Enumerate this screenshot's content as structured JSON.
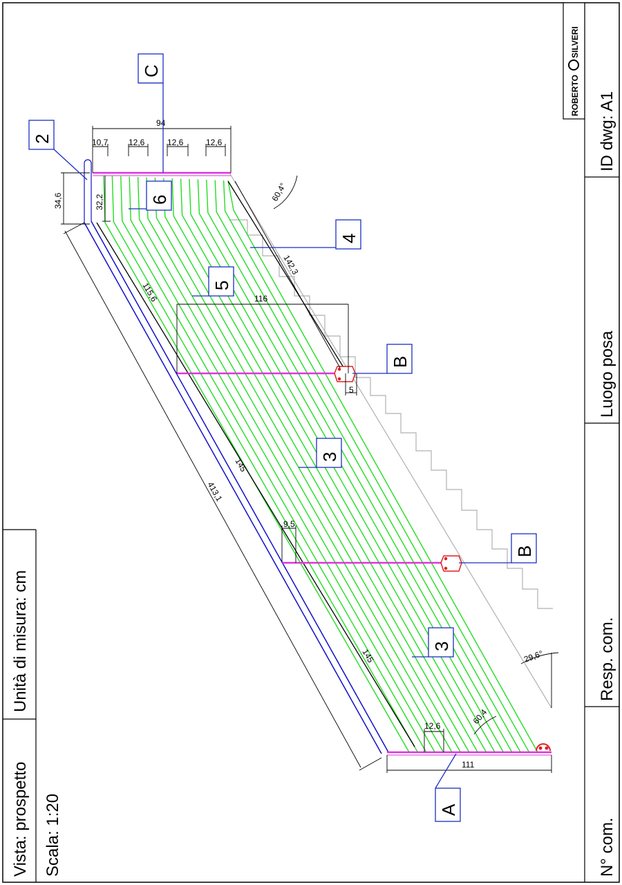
{
  "title_block": {
    "vista": "Vista: prospetto",
    "unita": "Unità di misura: cm",
    "scala": "Scala: 1:20",
    "n_com": "N° com.",
    "resp_com": "Resp. com.",
    "luogo_posa": "Luogo posa",
    "id_dwg": "ID dwg: A1",
    "logo_left": "ROBERTO",
    "logo_right": "SILVERI"
  },
  "dimensions": {
    "d94": "94",
    "d10_7": "10,7",
    "d12_6_a": "12,6",
    "d12_6_b": "12,6",
    "d12_6_c": "12,6",
    "d34_6": "34,6",
    "d32_2": "32,2",
    "d60_4_top": "60,4°",
    "d142_3": "142,3",
    "d116": "116",
    "d115_6": "115,6",
    "d5": "5",
    "d145_a": "145",
    "d413_1": "413,1",
    "d9_5": "9,5",
    "d145_b": "145",
    "d29_6": "29,6°",
    "d12_6_bottom": "12,6",
    "d60_4_bottom": "60,4",
    "d111": "111"
  },
  "callouts": {
    "c2": "2",
    "cC": "C",
    "c6": "6",
    "c4": "4",
    "c5": "5",
    "cB1": "B",
    "c3a": "3",
    "cB2": "B",
    "c3b": "3",
    "cA": "A"
  },
  "colors": {
    "green_lines": "#22dd22",
    "blue_stringer": "#1010c8",
    "magenta_post": "#dd33dd",
    "red_fixing": "#dd2222",
    "callout_blue": "#1a2fc0",
    "stairs_gray": "#b0b0b0"
  }
}
